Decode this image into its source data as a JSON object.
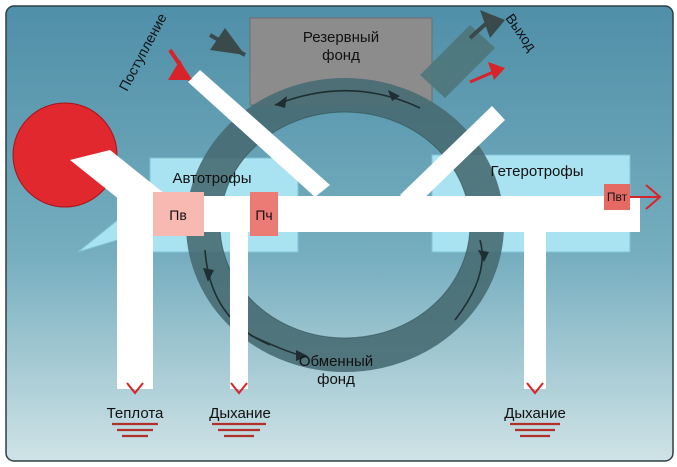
{
  "diagram": {
    "labels": {
      "reserve_fund_line1": "Резервный",
      "reserve_fund_line2": "фонд",
      "exchange_fund_line1": "Обменный",
      "exchange_fund_line2": "фонд",
      "autotrophs": "Автотрофы",
      "heterotrophs": "Гетеротрофы",
      "input": "Поступление",
      "output": "Выход",
      "pv": "Пв",
      "pch": "Пч",
      "pvt": "Пвт",
      "heat": "Теплота",
      "respiration_autotrophs": "Дыхание",
      "respiration_heterotrophs": "Дыхание"
    },
    "colors": {
      "background_top": "#4f8fa8",
      "background_bottom": "#cfe3e6",
      "sun": "#e0282e",
      "flow_channel": "#ffffff",
      "trophic_block": "#a9e3f2",
      "reserve_fund": "#8c8c8c",
      "exchange_ring": "#476c72",
      "arrow_red": "#d8232a",
      "arrow_dark": "#3a4a4a",
      "pv_box": "#f7b9b2",
      "pch_box": "#ec7b75",
      "pvt_box": "#e66a64",
      "ground_lines": "#b0302a"
    }
  }
}
